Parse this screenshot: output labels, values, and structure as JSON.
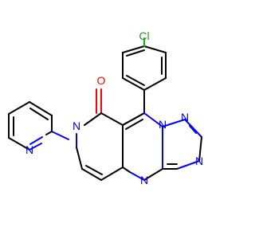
{
  "molecule": {
    "atoms": {
      "chlorine": "Cl",
      "oxygen": "O",
      "nitrogen_pyridine": "N",
      "nitrogen_amide": "N",
      "nitrogen_pyrimidine": "N",
      "nitrogen_bridge": "N",
      "nitrogen_triazole_top": "N",
      "nitrogen_triazole_right": "N"
    },
    "colors": {
      "carbon_bonds": "#000000",
      "nitrogen": "#0000ff",
      "oxygen": "#ff0000",
      "chlorine": "#1fa01f",
      "background": "#ffffff"
    }
  }
}
